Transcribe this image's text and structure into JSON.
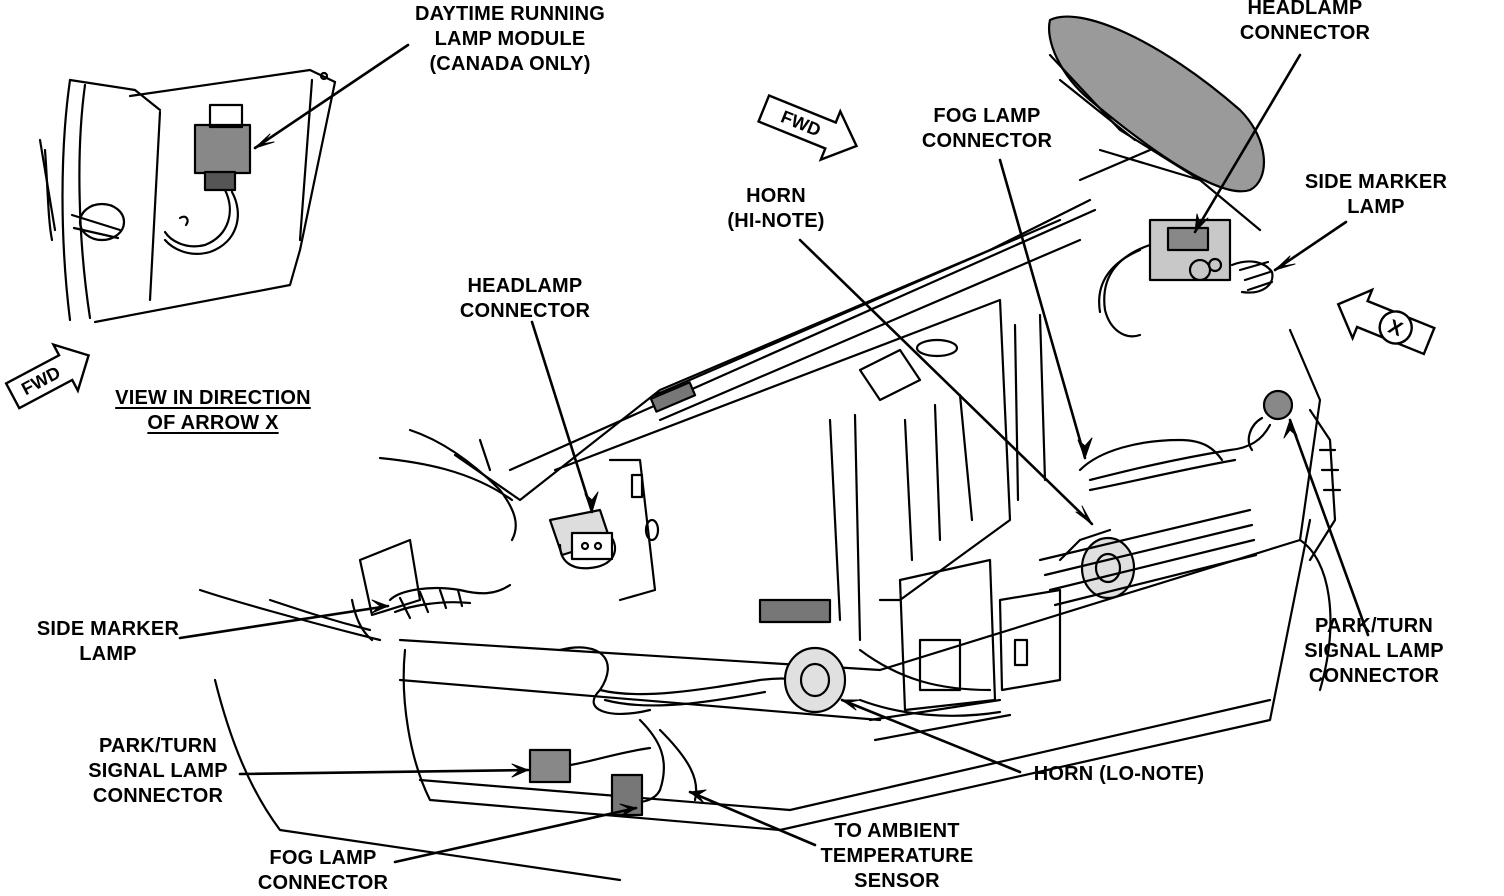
{
  "labels": {
    "drl_module": [
      "DAYTIME RUNNING",
      "LAMP MODULE",
      "(CANADA ONLY)"
    ],
    "view_direction": [
      "VIEW IN DIRECTION",
      "OF ARROW X"
    ],
    "headlamp_connector_left": [
      "HEADLAMP",
      "CONNECTOR"
    ],
    "headlamp_connector_right": [
      "HEADLAMP",
      "CONNECTOR"
    ],
    "fog_lamp_connector_upper": [
      "FOG LAMP",
      "CONNECTOR"
    ],
    "horn_hi": [
      "HORN",
      "(HI-NOTE)"
    ],
    "side_marker_right": [
      "SIDE MARKER",
      "LAMP"
    ],
    "side_marker_left": [
      "SIDE MARKER",
      "LAMP"
    ],
    "park_turn_right": [
      "PARK/TURN",
      "SIGNAL LAMP",
      "CONNECTOR"
    ],
    "park_turn_left": [
      "PARK/TURN",
      "SIGNAL LAMP",
      "CONNECTOR"
    ],
    "horn_lo": [
      "HORN (LO-NOTE)"
    ],
    "ambient_sensor": [
      "TO AMBIENT",
      "TEMPERATURE",
      "SENSOR"
    ],
    "fog_lamp_connector_lower": [
      "FOG LAMP",
      "CONNECTOR"
    ]
  },
  "arrows": {
    "fwd_inset": "FWD",
    "fwd_main": "FWD",
    "view_x": "X"
  }
}
